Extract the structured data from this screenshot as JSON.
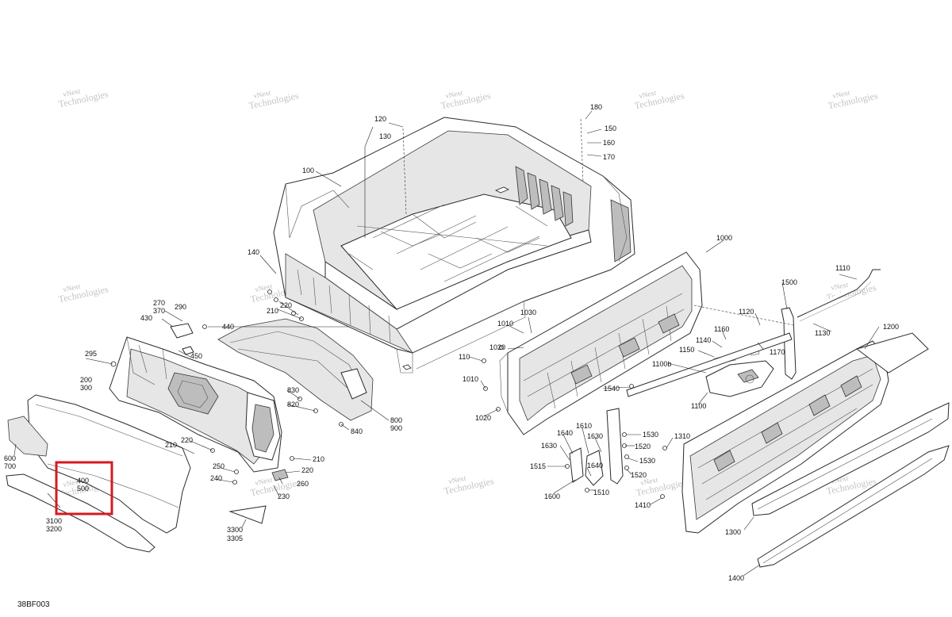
{
  "figure_code": "38BF003",
  "watermark": {
    "line1": "vNext",
    "line2": "Technologies"
  },
  "highlight_color": "#d71920",
  "callouts": {
    "p120": "120",
    "p130": "130",
    "p100": "100",
    "p180": "180",
    "p150": "150",
    "p160": "160",
    "p170": "170",
    "p1000": "1000",
    "p1110": "1110",
    "p1130": "1130",
    "p140": "140",
    "p270": "270",
    "p370": "370",
    "p290": "290",
    "p430": "430",
    "p440": "440",
    "p450": "450",
    "p220a": "220",
    "p210a": "210",
    "p295": "295",
    "p200": "200",
    "p300": "300",
    "p830": "830",
    "p820": "820",
    "p800": "800",
    "p900": "900",
    "p840": "840",
    "p220b": "220",
    "p210b": "210",
    "p210c": "210",
    "p220c": "220",
    "p250": "250",
    "p240": "240",
    "p260": "260",
    "p230": "230",
    "p600": "600",
    "p700": "700",
    "p400": "400",
    "p500": "500",
    "p3100": "3100",
    "p3200": "3200",
    "p3300": "3300",
    "p3305": "3305",
    "p1030": "1030",
    "p1010a": "1010",
    "p1020a": "1020",
    "p110": "110",
    "p1010b": "1010",
    "p1020b": "1020",
    "p1500": "1500",
    "p1120": "1120",
    "p1160": "1160",
    "p1140": "1140",
    "p1150": "1150",
    "p1170": "1170",
    "p1100b": "1100b",
    "p1100": "1100",
    "p1540": "1540",
    "p1200": "1200",
    "p1640a": "1640",
    "p1610": "1610",
    "p1630a": "1630",
    "p1530a": "1530",
    "p1630b": "1630",
    "p1520a": "1520",
    "p1515": "1515",
    "p1640b": "1640",
    "p1530b": "1530",
    "p1520b": "1520",
    "p1310": "1310",
    "p1510": "1510",
    "p1600": "1600",
    "p1410": "1410",
    "p1300": "1300",
    "p1400": "1400"
  }
}
